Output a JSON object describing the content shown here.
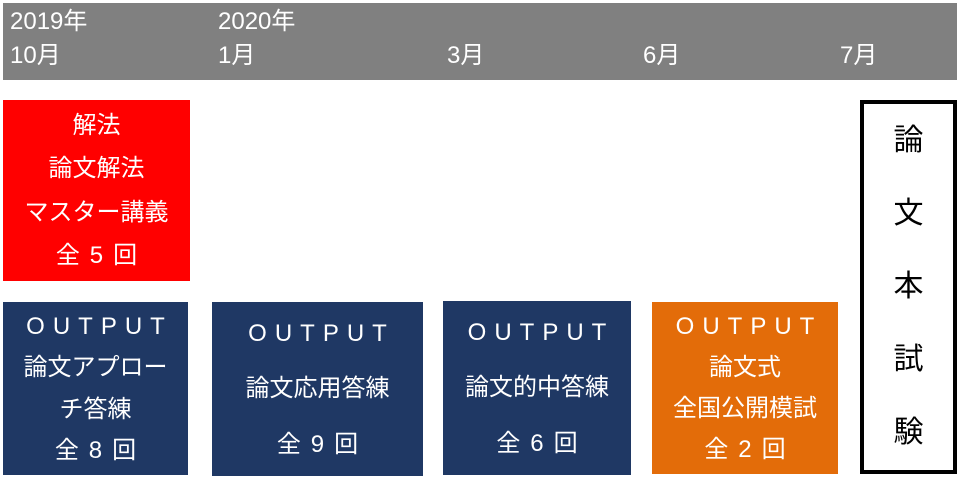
{
  "colors": {
    "timeline_bar": "#808080",
    "timeline_text": "#FFFFFF",
    "input_box": "#FF0000",
    "output_box": "#1F3864",
    "mock_exam_box": "#E36C09",
    "exam_box_bg": "#FFFFFF",
    "exam_box_border": "#000000",
    "box_text": "#FFFFFF"
  },
  "timeline": {
    "points": [
      {
        "year": "2019年",
        "month": "10月"
      },
      {
        "year": "2020年",
        "month": "1月"
      },
      {
        "year": "",
        "month": "3月"
      },
      {
        "year": "",
        "month": "6月"
      },
      {
        "year": "",
        "month": "7月"
      }
    ]
  },
  "boxes": {
    "kaiho": {
      "heading": "解法",
      "lines": [
        "論文解法",
        "マスター講義"
      ],
      "count": "全5回"
    },
    "approach": {
      "heading": "OUTPUT",
      "lines": [
        "論文アプロー",
        "チ答練"
      ],
      "count": "全8回"
    },
    "oyo": {
      "heading": "OUTPUT",
      "lines": [
        "論文応用答練"
      ],
      "count": "全9回"
    },
    "tekichu": {
      "heading": "OUTPUT",
      "lines": [
        "論文的中答練"
      ],
      "count": "全6回"
    },
    "moshi": {
      "heading": "OUTPUT",
      "lines": [
        "論文式",
        "全国公開模試"
      ],
      "count": "全2回"
    }
  },
  "exam": {
    "chars": [
      "論",
      "文",
      "本",
      "試",
      "験"
    ]
  }
}
